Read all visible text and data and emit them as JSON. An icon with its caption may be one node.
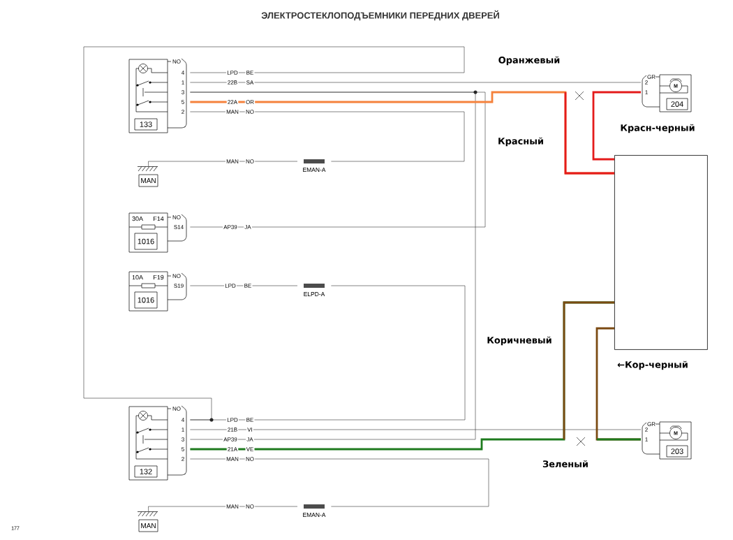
{
  "diagram": {
    "title": "ЭЛЕКТРОСТЕКЛОПОДЪЕМНИКИ ПЕРЕДНИХ ДВЕРЕЙ",
    "nodes": [
      {
        "text": [
          "133"
        ]
      },
      {
        "text": [
          "M",
          "204"
        ]
      },
      {
        "text": [
          "EMAN-A"
        ]
      },
      {
        "text": [
          "MAN"
        ]
      },
      {
        "text": [],
        "shape": "box"
      },
      {
        "text": [
          "30A",
          "F14",
          "1016"
        ]
      },
      {
        "text": [
          "10A",
          "F19",
          "1016"
        ]
      },
      {
        "text": [
          "ELPD-A"
        ]
      },
      {
        "text": [
          "132"
        ]
      },
      {
        "text": [
          "M",
          "203"
        ]
      },
      {
        "text": [
          "EMAN-A"
        ]
      },
      {
        "text": [
          "MAN"
        ]
      }
    ],
    "edges": [
      {
        "from": 0,
        "to": 8,
        "arrow": "none"
      },
      {
        "from": 0,
        "to": 1,
        "arrow": "none"
      },
      {
        "from": 0,
        "to": 5,
        "arrow": "none"
      },
      {
        "from": 0,
        "to": 8,
        "arrow": "none"
      },
      {
        "from": 0,
        "to": 4,
        "arrow": "none",
        "style": "thick",
        "color": "#f5823c"
      },
      {
        "from": 4,
        "to": 1,
        "arrow": "none",
        "style": "thick",
        "color": "#e41b1b"
      },
      {
        "from": 0,
        "to": 2,
        "arrow": "none"
      },
      {
        "from": 2,
        "to": 3,
        "arrow": "none"
      },
      {
        "from": 6,
        "to": 7,
        "arrow": "none"
      },
      {
        "from": 7,
        "to": 8,
        "arrow": "none"
      },
      {
        "from": 8,
        "to": 9,
        "arrow": "none"
      },
      {
        "from": 8,
        "to": 4,
        "arrow": "none",
        "style": "thick",
        "color": "#1e7b1e"
      },
      {
        "from": 4,
        "to": 9,
        "arrow": "none",
        "style": "thick",
        "color": "#7b4a12"
      },
      {
        "from": 8,
        "to": 10,
        "arrow": "none"
      },
      {
        "from": 10,
        "to": 11,
        "arrow": "none"
      }
    ],
    "labels": [
      "Оранжевый",
      "NO",
      "4",
      "LPD",
      "BE",
      "GR",
      "1",
      "22B",
      "SA",
      "2",
      "3",
      "1",
      "5",
      "22A",
      "OR",
      "2",
      "MAN",
      "NO",
      "Красн-черный",
      "Красный",
      "MAN",
      "NO",
      "NO",
      "S14",
      "AP39",
      "JA",
      "NO",
      "S19",
      "LPD",
      "BE",
      "Коричневый",
      "←Кор-черный",
      "NO",
      "4",
      "LPD",
      "BE",
      "GR",
      "1",
      "21B",
      "VI",
      "2",
      "3",
      "AP39",
      "JA",
      "1",
      "5",
      "21A",
      "VE",
      "2",
      "MAN",
      "NO",
      "Зеленый",
      "MAN",
      "NO",
      "177"
    ]
  }
}
